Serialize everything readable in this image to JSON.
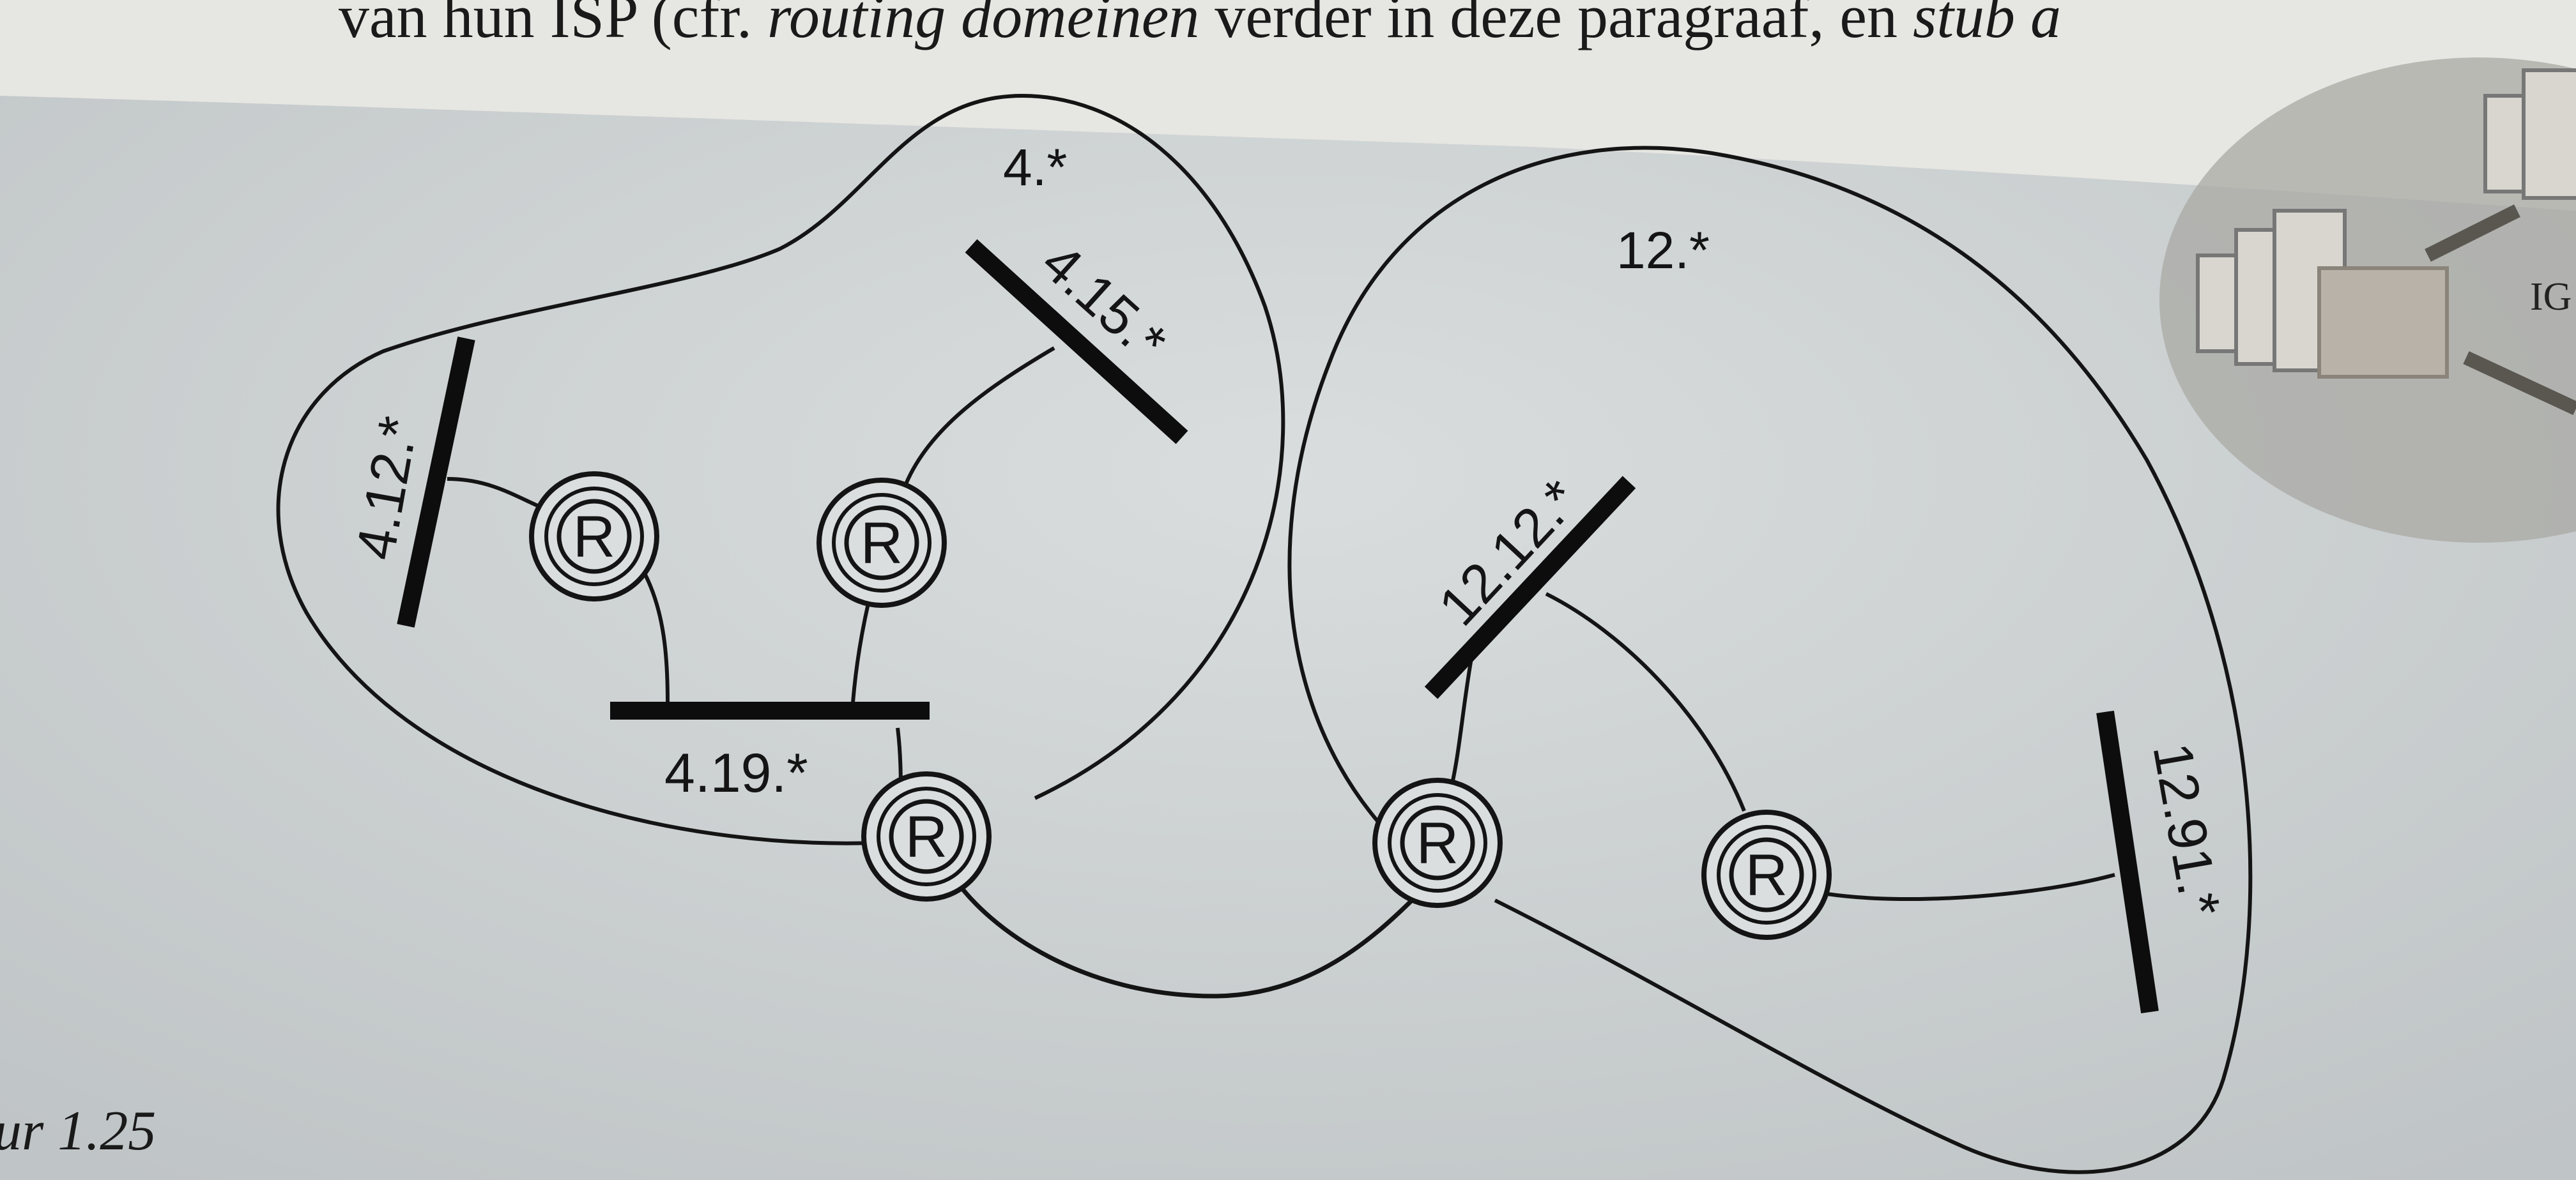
{
  "page": {
    "header_text_plain": "van hun ISP (cfr. ",
    "header_text_italic_1": "routing domeinen",
    "header_text_mid": " verder in deze paragraaf, en ",
    "header_text_italic_2": "stub a",
    "figure_caption": "ur 1.25",
    "side_figure_label": "IG"
  },
  "diagram": {
    "domain_left_label": "4.*",
    "domain_right_label": "12.*",
    "subnets": {
      "s4_12": "4.12.*",
      "s4_15": "4.15.*",
      "s4_19": "4.19.*",
      "s12_12": "12.12.*",
      "s12_91": "12.91.*"
    },
    "router_label": "R"
  },
  "colors": {
    "paper": "#ccd1d2",
    "header_band": "#e8e8e4",
    "ink": "#141414",
    "side_disc": "#a9a9a4"
  }
}
